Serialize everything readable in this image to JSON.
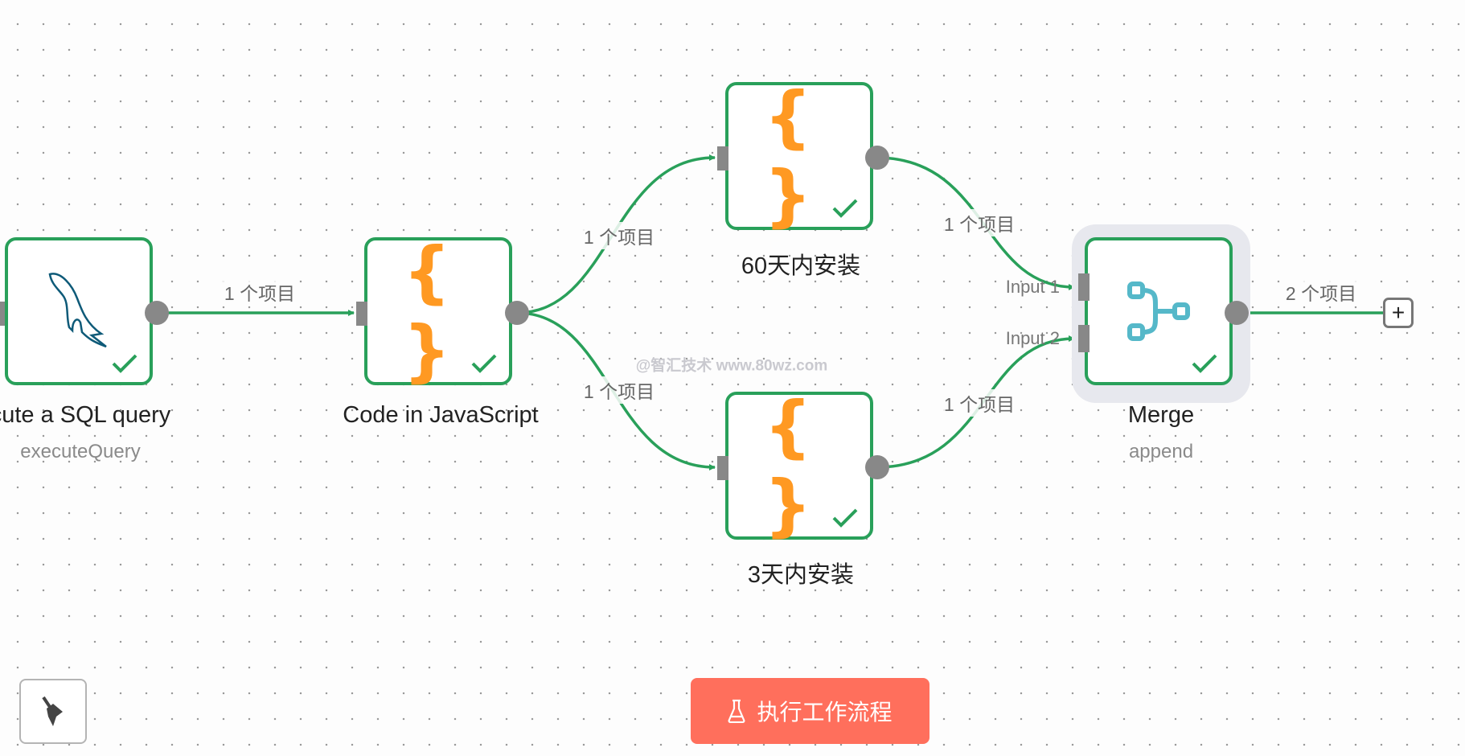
{
  "nodes": {
    "sql": {
      "title": "cute a SQL query",
      "subtitle": "executeQuery",
      "icon": "mysql-dolphin-icon"
    },
    "code": {
      "title": "Code in JavaScript",
      "icon": "code-braces-icon"
    },
    "sixty": {
      "title": "60天内安装",
      "icon": "code-braces-icon"
    },
    "three": {
      "title": "3天内安装",
      "icon": "code-braces-icon"
    },
    "merge": {
      "title": "Merge",
      "subtitle": "append",
      "icon": "merge-icon",
      "inputs": [
        "Input 1",
        "Input 2"
      ]
    }
  },
  "edges": {
    "sql_code": "1 个项目",
    "code_sixty": "1 个项目",
    "code_three": "1 个项目",
    "sixty_merge": "1 个项目",
    "three_merge": "1 个项目",
    "merge_out": "2 个项目"
  },
  "watermark": "@智汇技术  www.80wz.com",
  "toolbar": {
    "run_label": "执行工作流程"
  },
  "colors": {
    "success": "#29a05a",
    "code": "#ff9922",
    "merge": "#55b8c9",
    "mysql": "#0e5a78",
    "run": "#ff6f5c"
  }
}
